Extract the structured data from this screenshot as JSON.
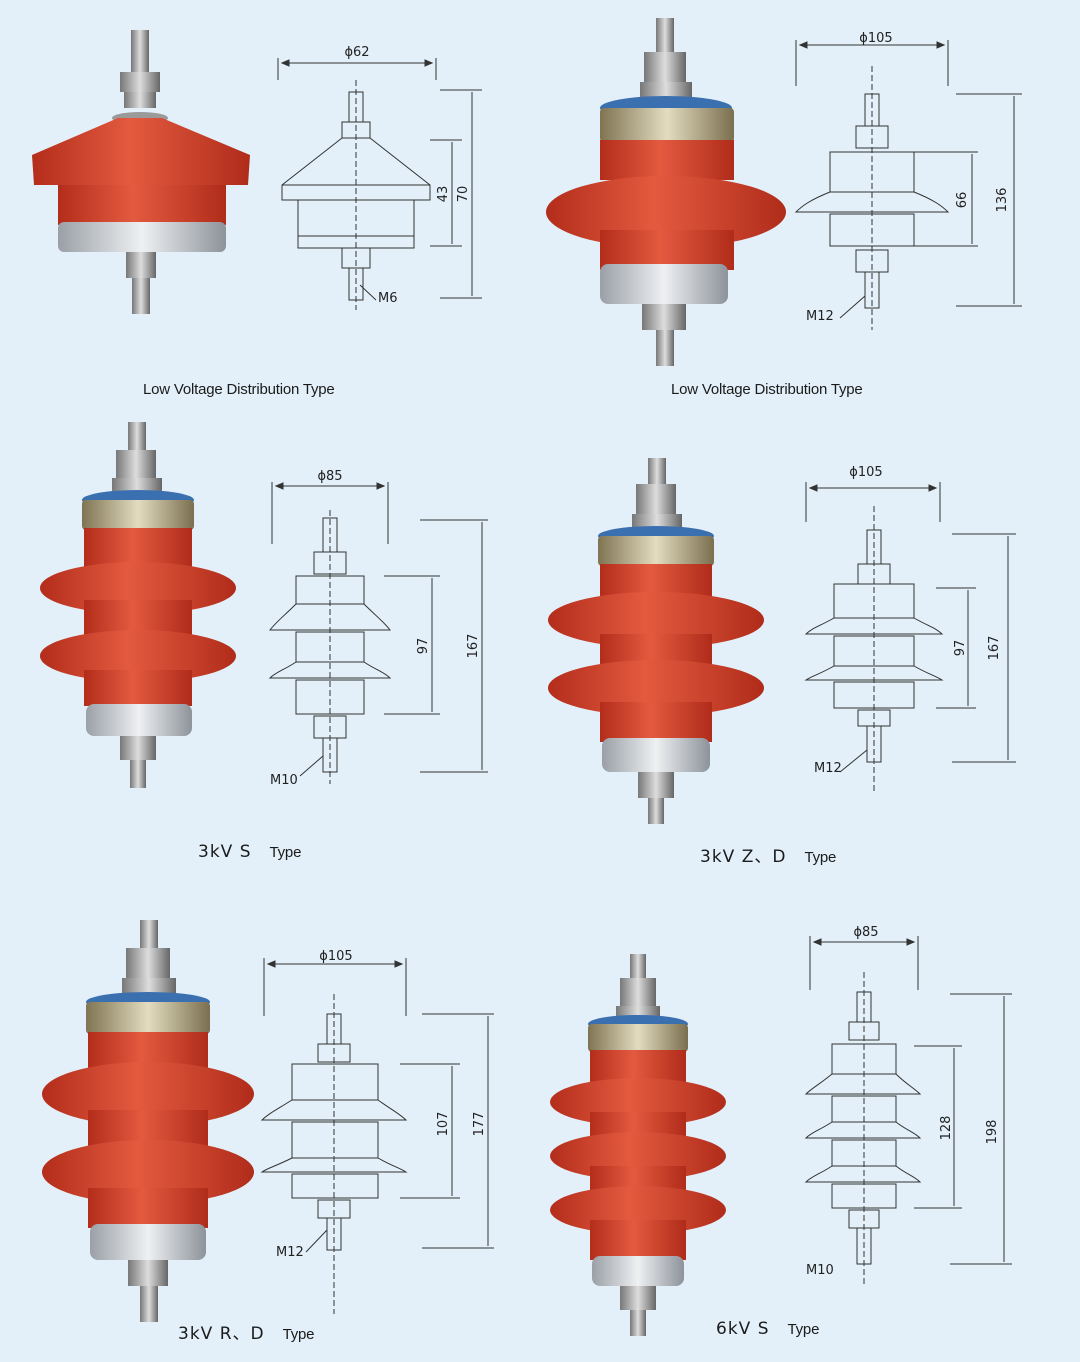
{
  "products": [
    {
      "id": "lv1",
      "caption_model": "",
      "caption_type": "Low Voltage Distribution Type",
      "diameter": "ϕ62",
      "dim_inner": "43",
      "dim_total": "70",
      "thread": "M6"
    },
    {
      "id": "lv2",
      "caption_model": "",
      "caption_type": "Low Voltage Distribution Type",
      "diameter": "ϕ105",
      "dim_inner": "66",
      "dim_total": "136",
      "thread": "M12"
    },
    {
      "id": "s3",
      "caption_model": "3kV  S",
      "caption_type": "Type",
      "diameter": "ϕ85",
      "dim_inner": "97",
      "dim_total": "167",
      "thread": "M10"
    },
    {
      "id": "zd3",
      "caption_model": "3kV  Z、D",
      "caption_type": "Type",
      "diameter": "ϕ105",
      "dim_inner": "97",
      "dim_total": "167",
      "thread": "M12"
    },
    {
      "id": "rd3",
      "caption_model": "3kV  R、D",
      "caption_type": "Type",
      "diameter": "ϕ105",
      "dim_inner": "107",
      "dim_total": "177",
      "thread": "M12"
    },
    {
      "id": "s6",
      "caption_model": "6kV  S",
      "caption_type": "Type",
      "diameter": "ϕ85",
      "dim_inner": "128",
      "dim_total": "198",
      "thread": "M10"
    }
  ],
  "colors": {
    "background": "#e3f0f9",
    "housing_red": "#d9442c",
    "housing_dark": "#b8321e",
    "cap_metal": "#a89b6c",
    "base_metal": "#c9ccd0",
    "label_band": "#3a6fb0",
    "line": "#333333"
  }
}
